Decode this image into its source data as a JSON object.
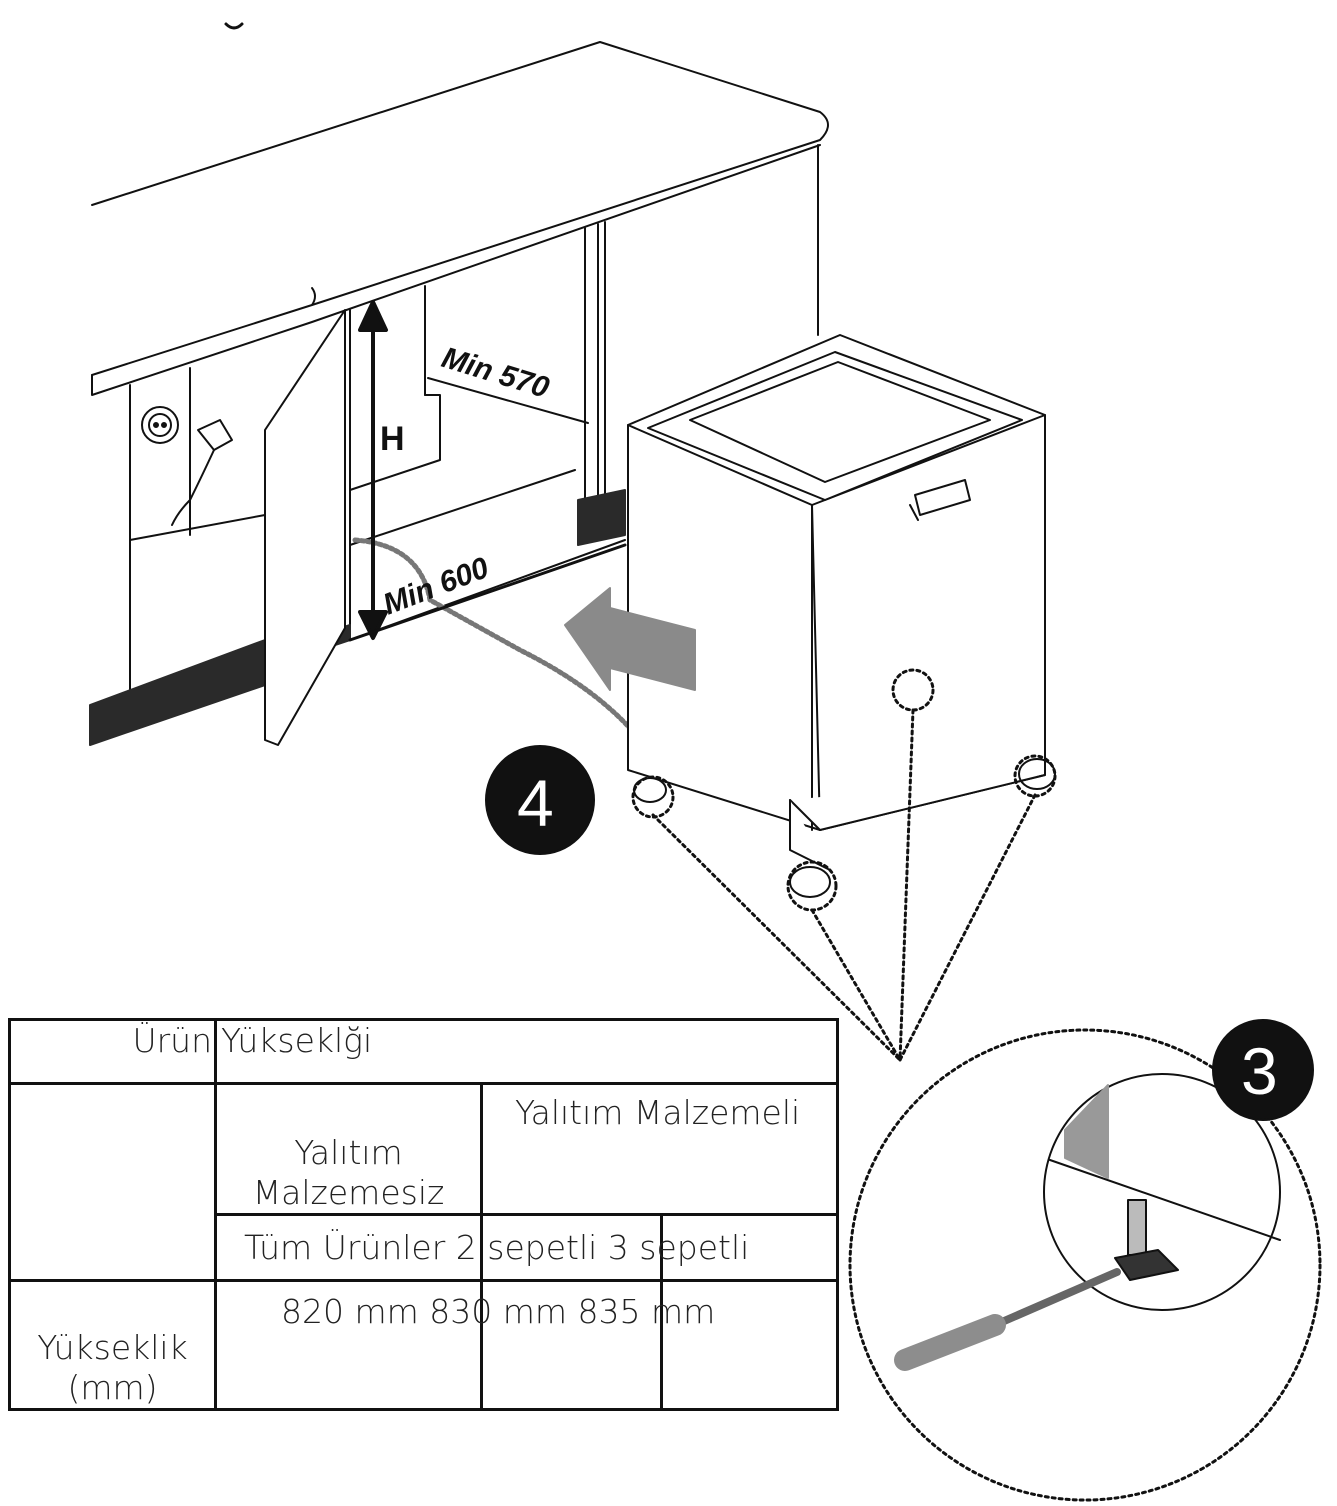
{
  "diagram": {
    "dimension_h": "H",
    "min_depth": "Min 570",
    "min_width": "Min 600",
    "step_4": "4",
    "step_3": "3"
  },
  "table": {
    "header_left": "Ürün",
    "header_title": "Yükseklği",
    "no_insulation": "Yalıtım\nMalzemesiz",
    "with_insulation": "Yalıtım Malzemeli",
    "sub_row": "Tüm Ürünler 2 sepetli 3 sepetli",
    "row_label": "Yükseklik\n(mm)",
    "row_values": "820 mm 830 mm 835 mm"
  },
  "colors": {
    "line": "#111111",
    "arrow_fill": "#8a8a8a",
    "badge": "#111111",
    "plinth": "#2a2a2a"
  }
}
